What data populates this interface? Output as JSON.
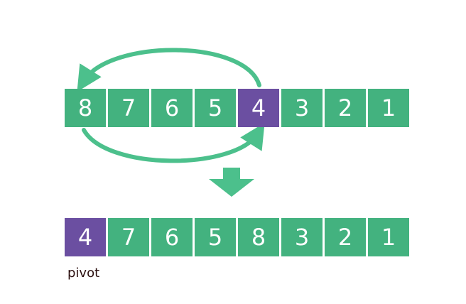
{
  "top_row": [
    {
      "value": "8",
      "highlight": false
    },
    {
      "value": "7",
      "highlight": false
    },
    {
      "value": "6",
      "highlight": false
    },
    {
      "value": "5",
      "highlight": false
    },
    {
      "value": "4",
      "highlight": true
    },
    {
      "value": "3",
      "highlight": false
    },
    {
      "value": "2",
      "highlight": false
    },
    {
      "value": "1",
      "highlight": false
    }
  ],
  "bottom_row": [
    {
      "value": "4",
      "highlight": true
    },
    {
      "value": "7",
      "highlight": false
    },
    {
      "value": "6",
      "highlight": false
    },
    {
      "value": "5",
      "highlight": false
    },
    {
      "value": "8",
      "highlight": false
    },
    {
      "value": "3",
      "highlight": false
    },
    {
      "value": "2",
      "highlight": false
    },
    {
      "value": "1",
      "highlight": false
    }
  ],
  "labels": {
    "pivot": "pivot"
  },
  "colors": {
    "cell": "#43b27f",
    "highlight": "#6b4fa1",
    "arrow": "#4cc08c",
    "text": "#2b0f0f"
  },
  "icons": {
    "swap_arrow_top": "curved-arrow-left-icon",
    "swap_arrow_bottom": "curved-arrow-right-icon",
    "transition_arrow": "arrow-down-icon"
  }
}
